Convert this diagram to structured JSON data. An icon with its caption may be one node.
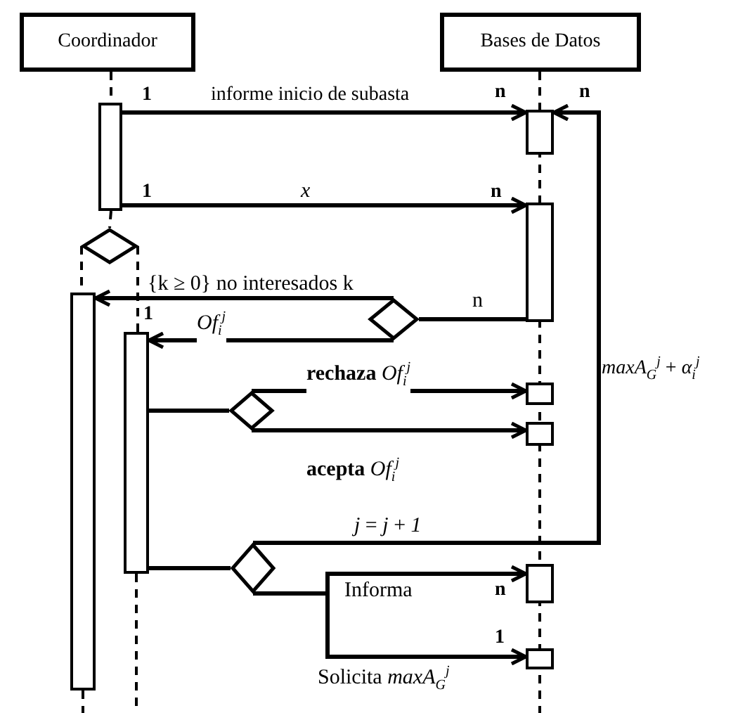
{
  "diagram": {
    "nodes": [
      {
        "text": [
          "Coordinador"
        ]
      },
      {
        "text": [
          "Bases de Datos"
        ]
      },
      {
        "text": [],
        "shape": "box"
      },
      {
        "text": [],
        "shape": "box"
      },
      {
        "text": [],
        "shape": "box"
      },
      {
        "text": [],
        "shape": "diamond"
      },
      {
        "text": [],
        "shape": "diamond"
      },
      {
        "text": [],
        "shape": "box"
      },
      {
        "text": [],
        "shape": "box"
      },
      {
        "text": [],
        "shape": "diamond"
      },
      {
        "text": [],
        "shape": "box"
      },
      {
        "text": [],
        "shape": "box"
      },
      {
        "text": [],
        "shape": "diamond"
      },
      {
        "text": [],
        "shape": "box"
      },
      {
        "text": [],
        "shape": "box"
      }
    ],
    "edges": [
      {
        "from": 2,
        "to": 3,
        "arrow": "to",
        "label": "informe inicio de subasta"
      },
      {
        "from": 2,
        "to": 4,
        "arrow": "to",
        "label": "*x*"
      },
      {
        "from": 4,
        "to": 6,
        "arrow": "none",
        "label": "n"
      },
      {
        "from": 6,
        "to": 7,
        "arrow": "to",
        "label": "{k ≥ 0} no interesados  k"
      },
      {
        "from": 6,
        "to": 8,
        "arrow": "to",
        "label": "*Of*$_{i}$$^{j}$"
      },
      {
        "from": 8,
        "to": 9,
        "arrow": "none"
      },
      {
        "from": 9,
        "to": 10,
        "arrow": "to",
        "label": "**rechaza**  *Of*$_{i}$$^{j}$"
      },
      {
        "from": 9,
        "to": 11,
        "arrow": "to",
        "label": "**acepta**  *Of*$_{i}$$^{j}$"
      },
      {
        "from": 8,
        "to": 12,
        "arrow": "none"
      },
      {
        "from": 12,
        "to": 3,
        "arrow": "to",
        "label": "*j* = *j* + *1*"
      },
      {
        "from": 12,
        "to": 13,
        "arrow": "to",
        "label": "Informa"
      },
      {
        "from": 12,
        "to": 14,
        "arrow": "to",
        "label": "Solicita  *maxA*$_{G}$$^{j}$"
      },
      {
        "from": 5,
        "to": 7,
        "arrow": "none",
        "style": "dashed"
      },
      {
        "from": 5,
        "to": 8,
        "arrow": "none",
        "style": "dashed"
      },
      {
        "from": 0,
        "to": 2,
        "arrow": "none",
        "style": "dashed"
      },
      {
        "from": 2,
        "to": 5,
        "arrow": "none",
        "style": "dashed"
      }
    ],
    "labels": [
      "1",
      "n",
      "n",
      "1",
      "n",
      "1",
      "*maxA*$_{G}$$^{j}$ + *α*$_{i}$$^{j}$",
      "n",
      "1"
    ]
  }
}
